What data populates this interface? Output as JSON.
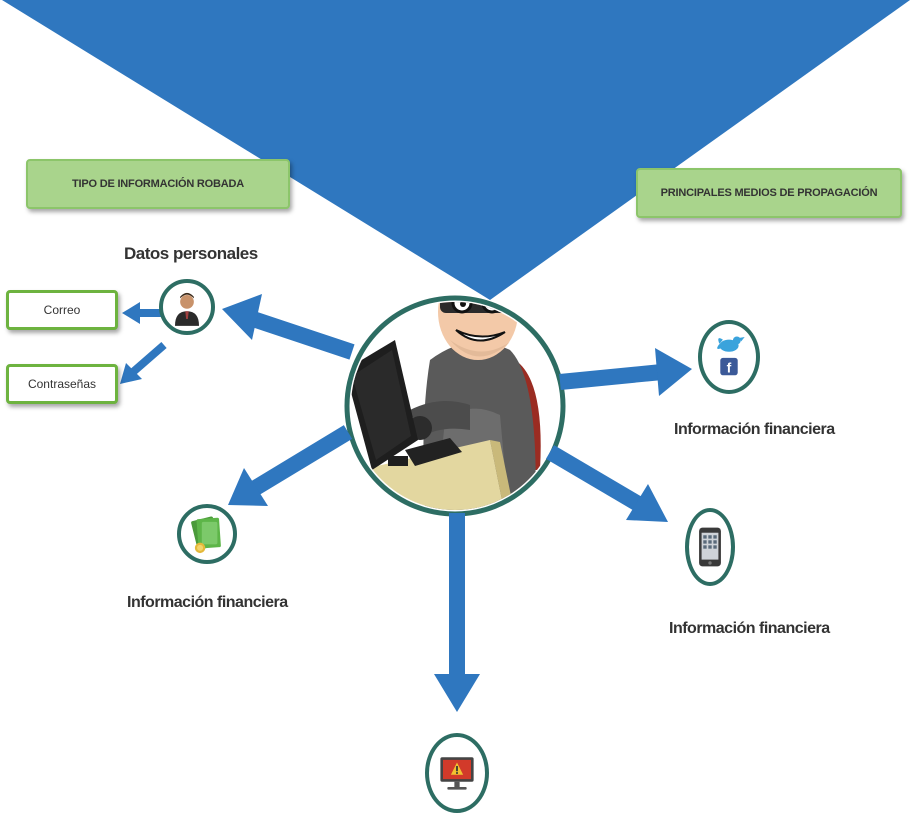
{
  "headers": {
    "left": "TIPO DE INFORMACIÓN ROBADA",
    "right": "PRINCIPALES MEDIOS DE PROPAGACIÓN"
  },
  "datos": {
    "title": "Datos personales",
    "items": [
      "Correo",
      "Contraseñas"
    ]
  },
  "labels": {
    "left_financial": "Información financiera",
    "right_social": "Información financiera",
    "right_phone": "Información financiera"
  },
  "icons": [
    "person-icon",
    "money-icon",
    "twitter-facebook-icon",
    "smartphone-icon",
    "computer-warning-icon",
    "hacker-at-computer-icon"
  ],
  "colors": {
    "funnel": "#2f77bf",
    "arrow": "#2f77bf",
    "header_bg": "#a9d48c",
    "leaf_border": "#6db33f",
    "icon_ring": "#2d6d63"
  }
}
